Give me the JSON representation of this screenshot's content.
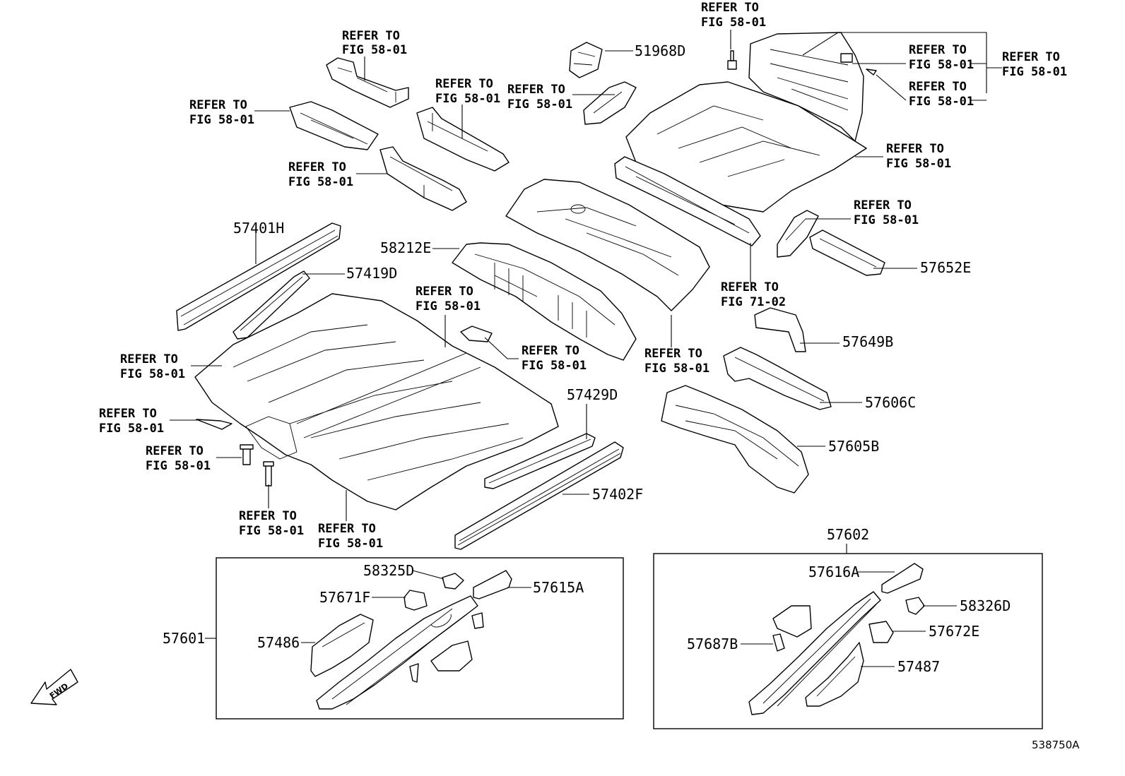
{
  "refer_text_line1": "REFER TO",
  "refer_fig_58": "FIG 58-01",
  "refer_fig_71": "FIG 71-02",
  "part_numbers": {
    "p51968D": "51968D",
    "p57401H": "57401H",
    "p57419D": "57419D",
    "p58212E": "58212E",
    "p57652E": "57652E",
    "p57649B": "57649B",
    "p57606C": "57606C",
    "p57605B": "57605B",
    "p57429D": "57429D",
    "p57402F": "57402F",
    "p57602": "57602",
    "p57616A": "57616A",
    "p58326D": "58326D",
    "p57672E": "57672E",
    "p57687B": "57687B",
    "p57487": "57487",
    "p58325D": "58325D",
    "p57671F": "57671F",
    "p57615A": "57615A",
    "p57601": "57601",
    "p57486": "57486"
  },
  "fwd_label": "FWD",
  "diagram_id": "538750A"
}
